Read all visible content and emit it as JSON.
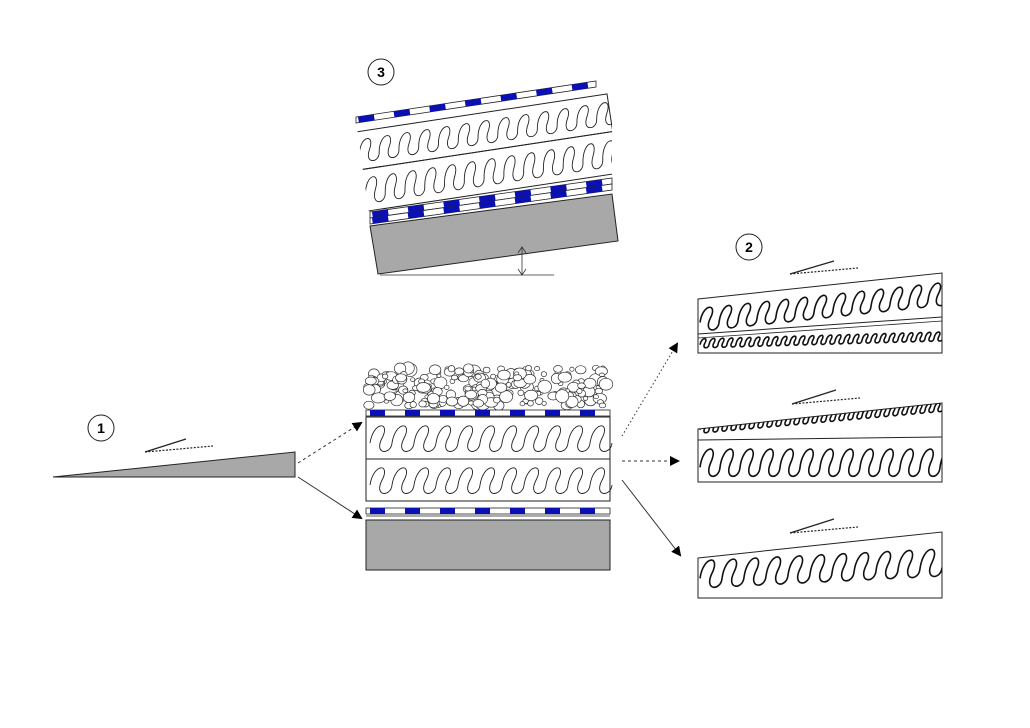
{
  "badges": [
    {
      "id": "step-1",
      "label": "1"
    },
    {
      "id": "step-2",
      "label": "2"
    },
    {
      "id": "step-3",
      "label": "3"
    }
  ],
  "colors": {
    "membrane_accent": "#0a10b4",
    "concrete_fill": "#a8a8a8",
    "line": "#222222",
    "background": "#ffffff"
  },
  "icons": {
    "wind_symbol": "wind-gust-icon",
    "gravel": "gravel-ballast-icon",
    "insulation": "mineral-wool-insulation-icon"
  }
}
